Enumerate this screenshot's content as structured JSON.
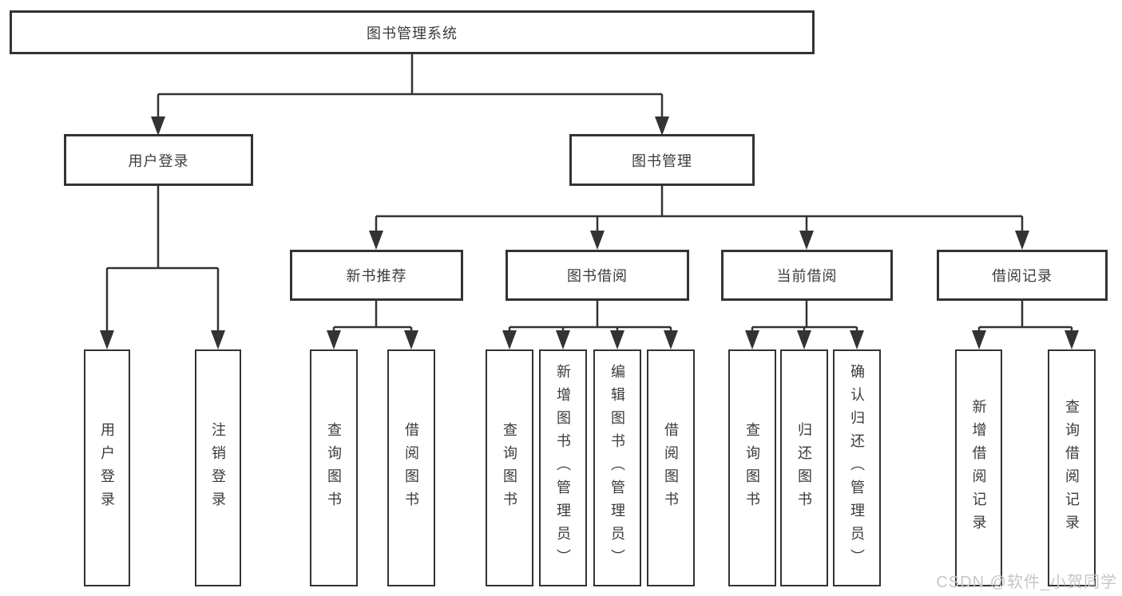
{
  "tree": {
    "root": {
      "label": "图书管理系统"
    },
    "branches": [
      {
        "label": "用户登录",
        "leaves": [
          {
            "label": "用户登录"
          },
          {
            "label": "注销登录"
          }
        ]
      },
      {
        "label": "图书管理",
        "groups": [
          {
            "label": "新书推荐",
            "leaves": [
              {
                "label": "查询图书"
              },
              {
                "label": "借阅图书"
              }
            ]
          },
          {
            "label": "图书借阅",
            "leaves": [
              {
                "label": "查询图书"
              },
              {
                "label": "新增图书（管理员）"
              },
              {
                "label": "编辑图书（管理员）"
              },
              {
                "label": "借阅图书"
              }
            ]
          },
          {
            "label": "当前借阅",
            "leaves": [
              {
                "label": "查询图书"
              },
              {
                "label": "归还图书"
              },
              {
                "label": "确认归还（管理员）"
              }
            ]
          },
          {
            "label": "借阅记录",
            "leaves": [
              {
                "label": "新增借阅记录"
              },
              {
                "label": "查询借阅记录"
              }
            ]
          }
        ]
      }
    ]
  },
  "watermark": "CSDN @软件_小贺同学",
  "colors": {
    "line": "#333333",
    "box_border": "#333333",
    "text": "#3b3b3b",
    "watermark": "#c6c6c6",
    "background": "#ffffff"
  }
}
